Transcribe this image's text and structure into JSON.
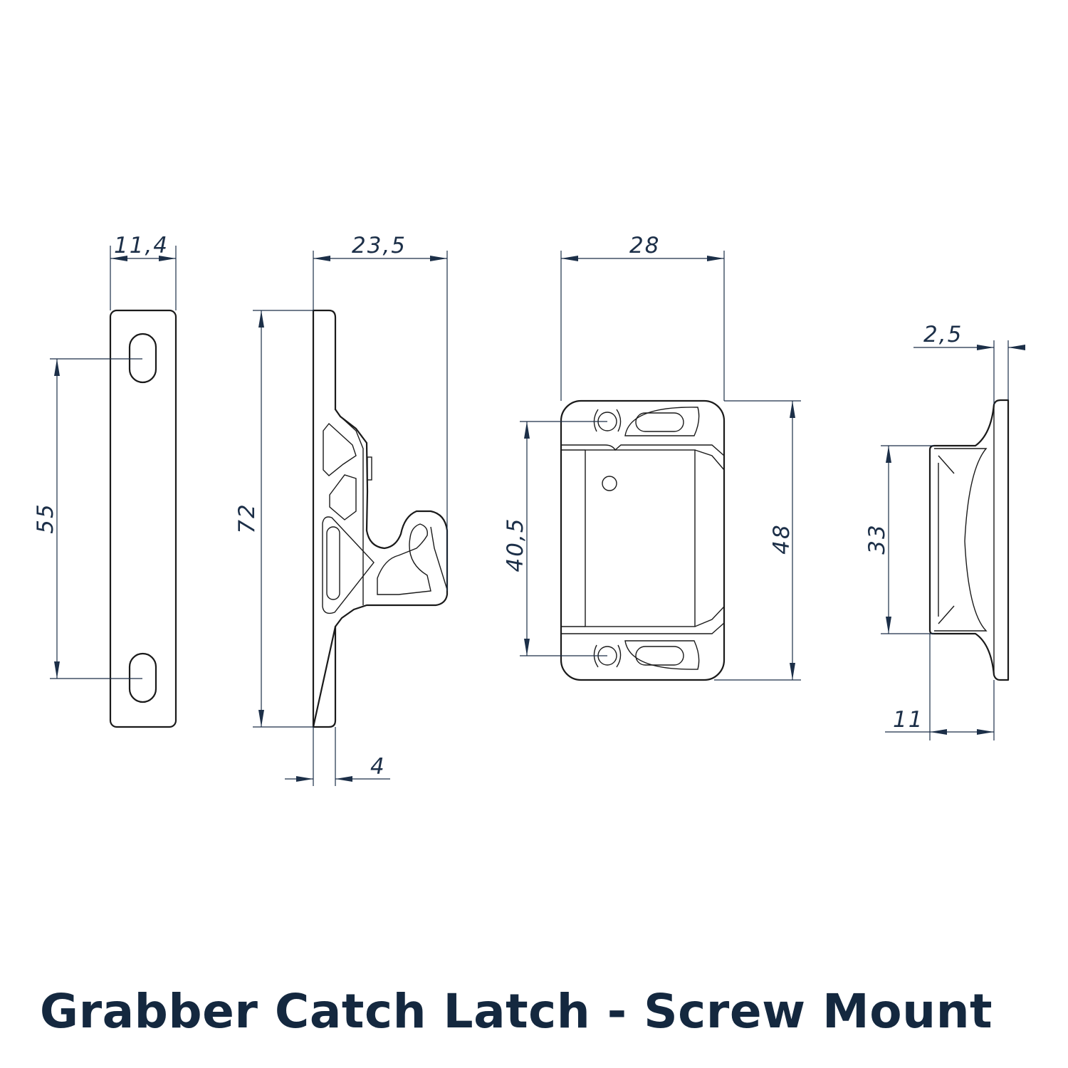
{
  "title": "Grabber Catch Latch - Screw Mount",
  "dimensions": {
    "plate_width": "11,4",
    "plate_hole_spacing": "55",
    "latch_depth": "23,5",
    "latch_length": "72",
    "latch_base_thickness": "4",
    "bracket_width": "28",
    "bracket_hole_spacing": "40,5",
    "bracket_height": "48",
    "side_thickness": "2,5",
    "side_height": "33",
    "side_depth": "11"
  },
  "colors": {
    "dimension": "#1c2f48",
    "title": "#14283f",
    "line": "#1a1a1a"
  }
}
